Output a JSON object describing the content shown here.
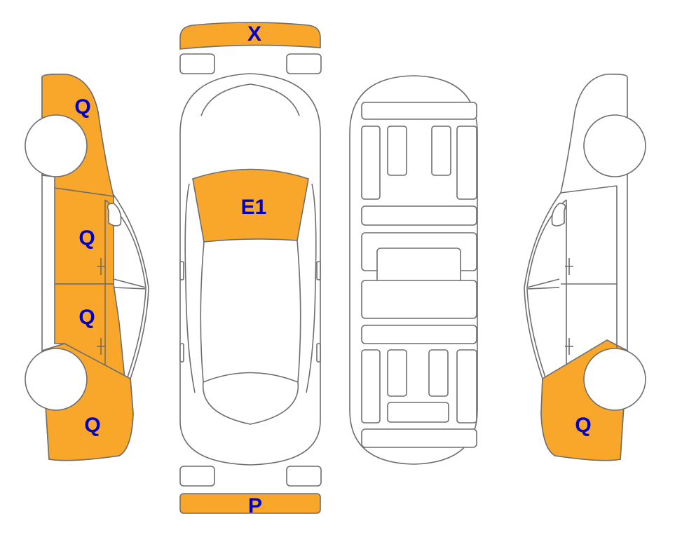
{
  "colors": {
    "damage_fill": "#F9A72B",
    "outline": "#6e6e6e",
    "label_text": "#0000CC",
    "body_fill": "#ffffff"
  },
  "labels": {
    "front_bumper": "X",
    "windshield": "E1",
    "rear_bumper": "P",
    "left_front_fender": "Q",
    "left_front_door": "Q",
    "left_rear_door": "Q",
    "left_rear_quarter": "Q",
    "right_rear_quarter": "Q"
  },
  "damaged_parts": [
    "front_bumper",
    "windshield",
    "rear_bumper",
    "left_front_fender",
    "left_front_door",
    "left_rear_door",
    "left_rear_quarter",
    "right_rear_quarter"
  ]
}
